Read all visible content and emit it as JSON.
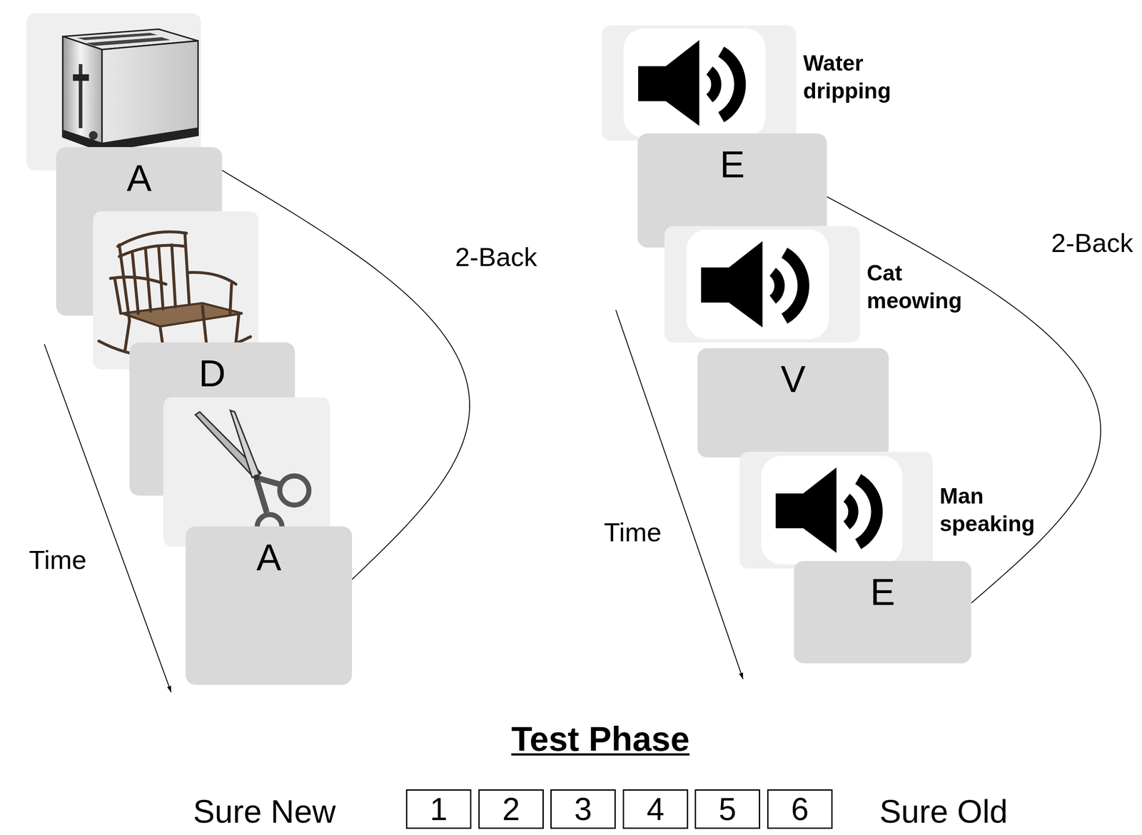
{
  "diagram": {
    "nodes": [
      {
        "text": [
          "A"
        ]
      },
      {
        "text": [
          "D"
        ]
      },
      {
        "text": [
          "A"
        ]
      },
      {
        "text": [
          "Water dripping"
        ]
      },
      {
        "text": [
          "E"
        ]
      },
      {
        "text": [
          "Cat meowing"
        ]
      },
      {
        "text": [
          "V"
        ]
      },
      {
        "text": [
          "Man speaking"
        ]
      },
      {
        "text": [
          "E"
        ]
      },
      {
        "text": [
          "1"
        ]
      },
      {
        "text": [
          "2"
        ]
      },
      {
        "text": [
          "3"
        ]
      },
      {
        "text": [
          "4"
        ]
      },
      {
        "text": [
          "5"
        ]
      },
      {
        "text": [
          "6"
        ]
      }
    ],
    "edges": [
      {
        "from": 0,
        "to": 2,
        "arrow": "none",
        "label": "2-Back"
      },
      {
        "from": 4,
        "to": 8,
        "arrow": "none",
        "label": "2-Back"
      }
    ],
    "labels": [
      "Time",
      "Time",
      "Test Phase",
      "Sure New",
      "Sure Old"
    ]
  }
}
